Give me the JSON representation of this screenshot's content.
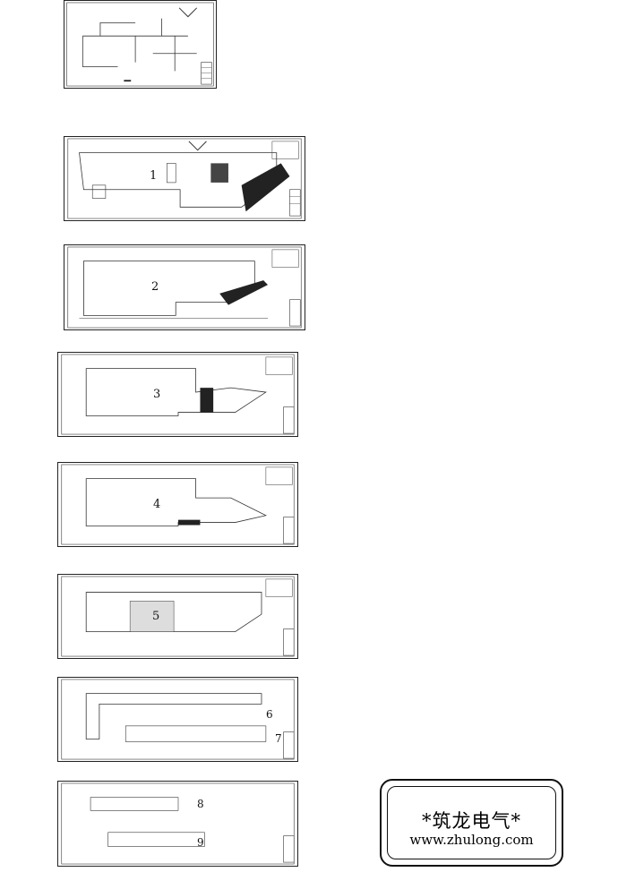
{
  "sheets": [
    {
      "id": "sheet-1",
      "number": ""
    },
    {
      "id": "sheet-2",
      "number": "1"
    },
    {
      "id": "sheet-3",
      "number": "2"
    },
    {
      "id": "sheet-4",
      "number": "3"
    },
    {
      "id": "sheet-5",
      "number": "4"
    },
    {
      "id": "sheet-6",
      "number": "5"
    },
    {
      "id": "sheet-7",
      "labels": [
        "6",
        "7"
      ]
    },
    {
      "id": "sheet-8",
      "labels": [
        "8",
        "9"
      ]
    }
  ],
  "watermark": {
    "brand": "*筑龙电气*",
    "url": "www.zhulong.com"
  }
}
